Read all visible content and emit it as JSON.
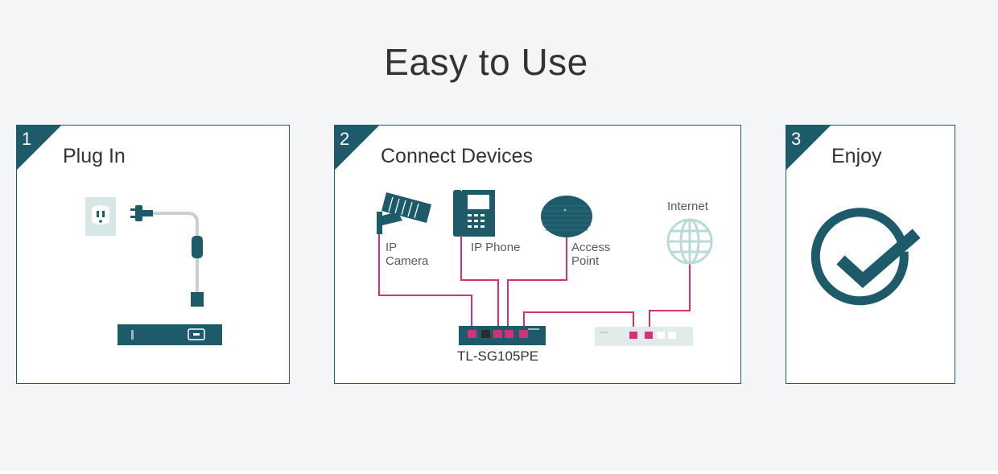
{
  "header": {
    "title": "Easy to Use"
  },
  "steps": [
    {
      "number": "1",
      "title": "Plug In"
    },
    {
      "number": "2",
      "title": "Connect Devices"
    },
    {
      "number": "3",
      "title": "Enjoy"
    }
  ],
  "devices": {
    "ip_camera": [
      "IP",
      "Camera"
    ],
    "ip_phone": "IP Phone",
    "access_point": [
      "Access",
      "Point"
    ],
    "internet": "Internet",
    "switch_model": "TL-SG105PE"
  },
  "colors": {
    "accent": "#1d5b6a",
    "cable": "#d6307a",
    "background": "#f4f5f7"
  }
}
